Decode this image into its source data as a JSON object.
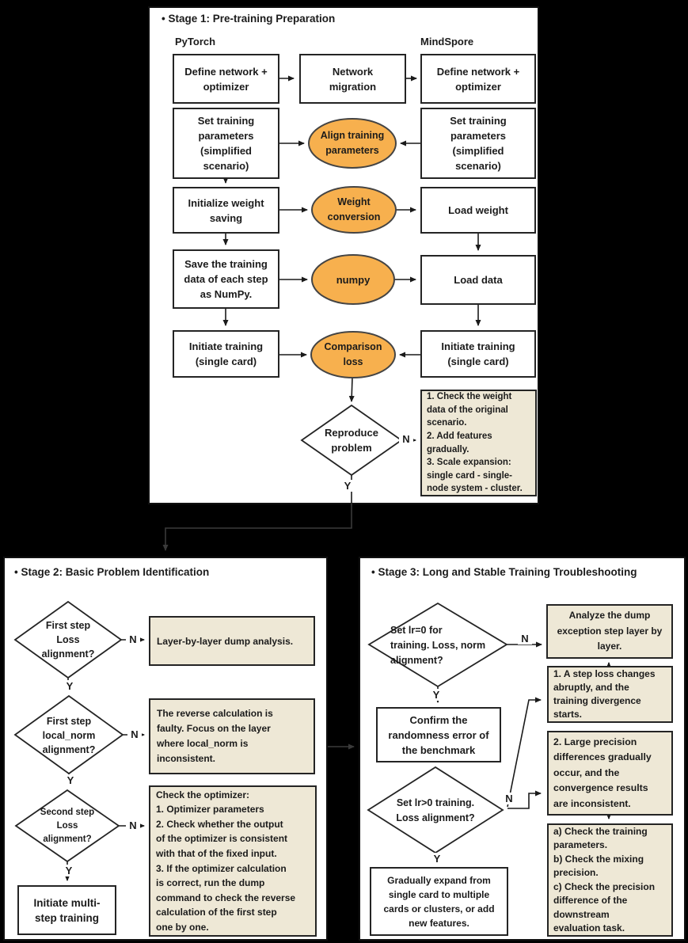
{
  "labels": {
    "yes": "Y",
    "no": "N"
  },
  "colors": {
    "page_bg": "#000000",
    "panel_bg": "#FFFFFF",
    "ellipse_fill": "#F7B04E",
    "ellipse_stroke": "#444444",
    "note_fill": "#EEE8D6",
    "line": "#1a1a1a",
    "outer_line": "#3a3a3a"
  },
  "stage1": {
    "title": "• Stage 1: Pre-training Preparation",
    "pytorch_header": "PyTorch",
    "mindspore_header": "MindSpore",
    "pt_define": "Define network +\noptimizer",
    "net_migration": "Network\nmigration",
    "ms_define": "Define network +\noptimizer",
    "pt_set_params": "Set training\nparameters\n(simplified\nscenario)",
    "align_params": "Align training\nparameters",
    "ms_set_params": "Set training\nparameters\n(simplified\nscenario)",
    "pt_init_weight": "Initialize weight\nsaving",
    "weight_conversion": "Weight\nconversion",
    "ms_load_weight": "Load weight",
    "pt_save_data": "Save the training\ndata of each step\nas NumPy.",
    "numpy": "numpy",
    "ms_load_data": "Load data",
    "pt_train": "Initiate training\n(single card)",
    "comparison_loss": "Comparison\nloss",
    "ms_train": "Initiate training\n(single card)",
    "reproduce_problem": "Reproduce\nproblem",
    "note": "1. Check the weight\ndata of the original\nscenario.\n2. Add features\ngradually.\n3. Scale expansion:\nsingle card - single-\nnode system - cluster."
  },
  "stage2": {
    "title": "• Stage 2: Basic Problem Identification",
    "d_first_loss": "First step\nLoss\nalignment?",
    "box_dump": "Layer-by-layer dump analysis.",
    "d_local_norm": "First step\nlocal_norm\nalignment?",
    "box_reverse": "The reverse calculation is\nfaulty. Focus on the layer\nwhere local_norm is\ninconsistent.",
    "d_second_loss": "Second step\nLoss\nalignment?",
    "box_optimizer": "Check the optimizer:\n1. Optimizer parameters\n2. Check whether the output\nof the optimizer is consistent\nwith that of the fixed input.\n3. If the optimizer calculation\nis correct, run the dump\ncommand to check the reverse\ncalculation of the first step\none by one.",
    "box_multistep": "Initiate multi-\nstep training"
  },
  "stage3": {
    "title": "• Stage 3: Long and Stable Training Troubleshooting",
    "d_lr0": "Set lr=0 for\ntraining. Loss, norm\nalignment?",
    "box_analyze": "Analyze the dump\nexception step layer by\nlayer.",
    "box_confirm": "Confirm the\nrandomness error of\nthe benchmark",
    "box_step_loss": "1. A step loss changes\nabruptly, and the\ntraining divergence\nstarts.",
    "box_precision": "2. Large precision\ndifferences gradually\noccur, and the\nconvergence results\nare inconsistent.",
    "d_lr_gt0": "Set lr>0 training.\nLoss alignment?",
    "box_expand": "Gradually expand from\nsingle card to multiple\ncards or clusters, or add\nnew features.",
    "box_checks": "a) Check the training\nparameters.\nb) Check the mixing\nprecision.\nc) Check the precision\ndifference of the\ndownstream\nevaluation task."
  }
}
